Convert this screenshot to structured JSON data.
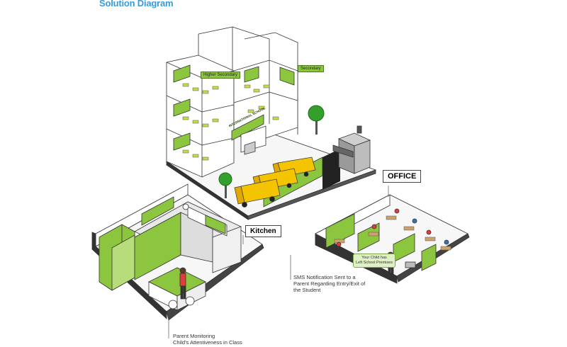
{
  "title": "Solution Diagram",
  "building": {
    "tag_higher_secondary": "Higher Secondary",
    "tag_secondary": "Secondary",
    "banner": "INTERNATIONAL SCHOOL"
  },
  "kitchen": {
    "label": "Kitchen",
    "caption_line1": "Parent Monitoring",
    "caption_line2": "Child's Attentiveness in Class"
  },
  "office": {
    "label": "OFFICE",
    "bubble_line1": "Your Child has",
    "bubble_line2": "Left School Premises",
    "caption_line1": "SMS Notification Sent to a",
    "caption_line2": "Parent Regarding Entry/Exit of",
    "caption_line3": "the Student"
  },
  "colors": {
    "accent_green": "#8cc63f",
    "bus_yellow": "#f5c400",
    "title_blue": "#3a9ad9",
    "line_gray": "#555555"
  }
}
